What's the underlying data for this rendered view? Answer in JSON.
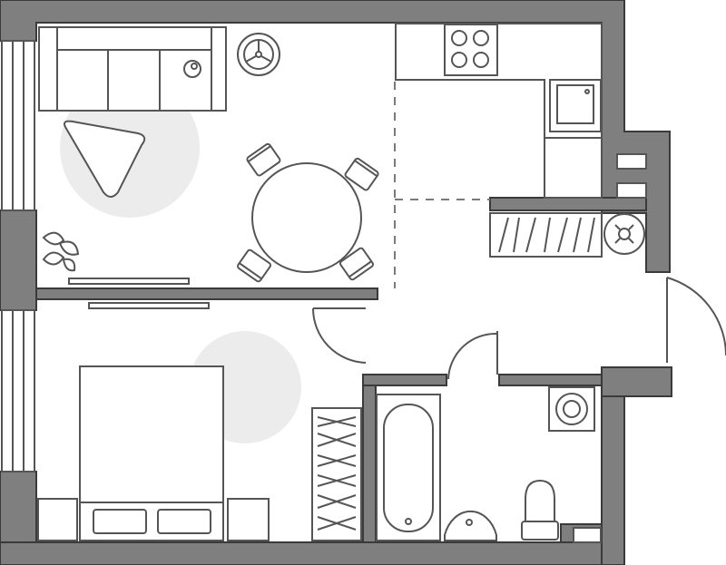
{
  "plan": {
    "colors": {
      "wall_fill": "#7f7f7f",
      "wall_edge": "#3a3a3a",
      "line": "#555555",
      "rug": "#ececec",
      "background": "#ffffff"
    },
    "rooms": [
      "living-kitchen",
      "bedroom",
      "bathroom",
      "hallway"
    ],
    "icons": [
      "sofa-icon",
      "dining-table-icon",
      "stove-icon",
      "sink-icon",
      "bathtub-icon",
      "toilet-icon",
      "washing-machine-icon",
      "bed-icon",
      "plant-icon",
      "wardrobe-icon"
    ]
  }
}
